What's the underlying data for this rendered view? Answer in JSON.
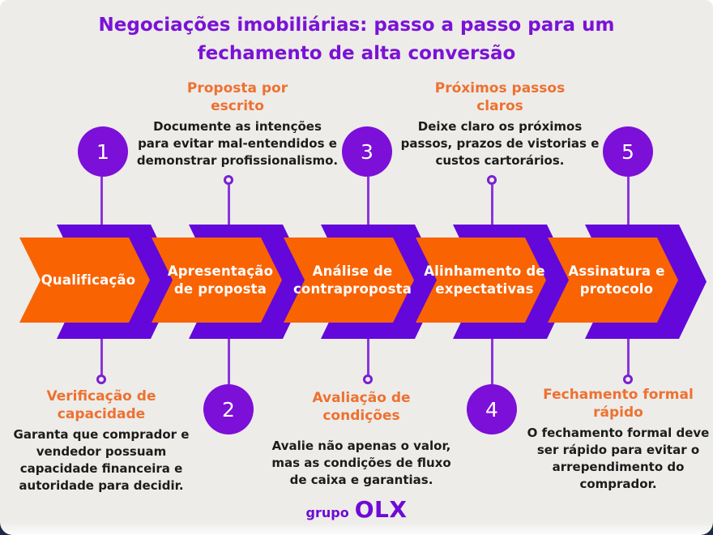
{
  "title": "Negociações imobiliárias: passo a passo para um fechamento de alta conversão",
  "colors": {
    "background": "#EDECE9",
    "title_purple": "#7B12D6",
    "chevron_purple": "#6307DA",
    "chevron_orange": "#F96302",
    "circle_purple": "#7C0FD8",
    "connector_purple": "#8A35DC",
    "heading_orange": "#EE7130",
    "body_text": "#1C1C1C"
  },
  "steps": [
    {
      "number": "1",
      "arrow_label": "Qualificação",
      "note_position": "bottom",
      "note_heading": "Verificação de capacidade",
      "note_body": "Garanta que comprador e vendedor possuam capacidade financeira e autoridade para decidir."
    },
    {
      "number": "2",
      "arrow_label": "Apresentação de proposta",
      "note_position": "top",
      "note_heading": "Proposta por escrito",
      "note_body": "Documente as intenções para evitar mal-entendidos e demonstrar profissionalismo."
    },
    {
      "number": "3",
      "arrow_label": "Análise de contraproposta",
      "note_position": "bottom",
      "note_heading": "Avaliação de condições",
      "note_body": "Avalie não apenas o valor, mas as condições de fluxo de caixa e garantias."
    },
    {
      "number": "4",
      "arrow_label": "Alinhamento de expectativas",
      "note_position": "top",
      "note_heading": "Próximos passos claros",
      "note_body": "Deixe claro os próximos passos, prazos de vistorias e custos cartorários."
    },
    {
      "number": "5",
      "arrow_label": "Assinatura e protocolo",
      "note_position": "bottom",
      "note_heading": "Fechamento formal rápido",
      "note_body": "O fechamento formal deve ser rápido para evitar o arrependimento do comprador."
    }
  ],
  "logo": {
    "prefix": "grupo",
    "name": "OLX"
  }
}
